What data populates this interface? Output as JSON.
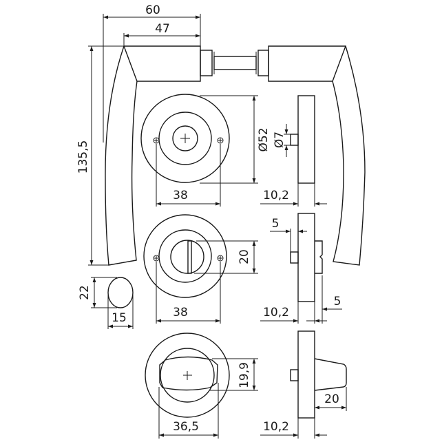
{
  "title": "Door lever handle set dimension drawing",
  "dimensions": {
    "lever_total_width": "60",
    "lever_grip_width": "47",
    "lever_height": "135,5",
    "rosette_diameter": "Ø52",
    "spindle_diameter": "Ø7",
    "screw_spacing_1": "38",
    "rosette_thickness_1": "10,2",
    "thumbturn_slot": "20",
    "screw_spacing_2": "38",
    "rosette_thickness_2": "10,2",
    "spindle_projection": "5",
    "indicator_projection": "5",
    "knob_height": "22",
    "knob_width": "15",
    "turn_height": "19,9",
    "turn_width": "36,5",
    "rosette_thickness_3": "10,2",
    "turn_depth": "20"
  },
  "colors": {
    "line": "#1a1a1a",
    "background": "#ffffff"
  }
}
